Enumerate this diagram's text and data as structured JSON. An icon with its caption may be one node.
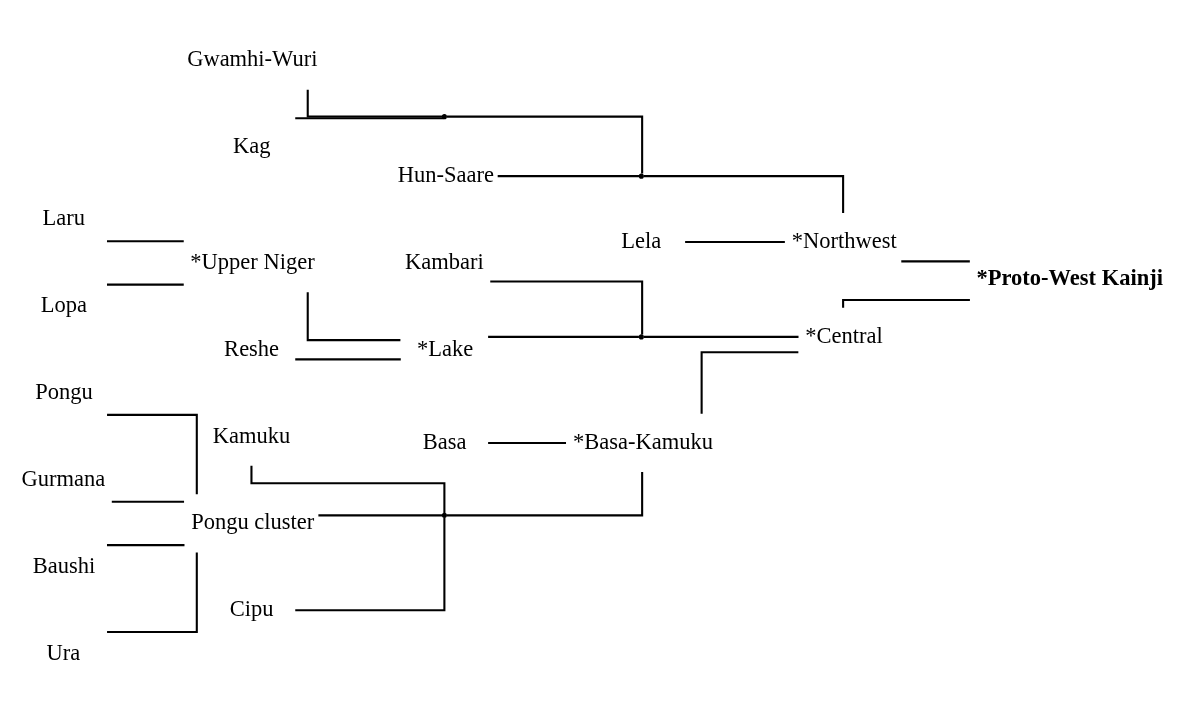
{
  "diagram": {
    "nodes": [
      {
        "text": [
          "Reshe"
        ]
      },
      {
        "text": [
          "Laru"
        ]
      },
      {
        "text": [
          "Lopa"
        ]
      },
      {
        "text": [
          "*Upper Niger"
        ]
      },
      {
        "text": [
          "*Lake"
        ]
      },
      {
        "text": [
          "Kambari"
        ]
      },
      {
        "text": [],
        "shape": "point"
      },
      {
        "text": [
          "*Central"
        ]
      },
      {
        "text": [
          "Pongu"
        ]
      },
      {
        "text": [
          "Gurmana"
        ]
      },
      {
        "text": [
          "Baushi"
        ]
      },
      {
        "text": [
          "Ura"
        ]
      },
      {
        "text": [
          "Basa"
        ]
      },
      {
        "text": [
          "Kamuku"
        ]
      },
      {
        "text": [
          "Pongu cluster"
        ]
      },
      {
        "text": [
          "Cipu"
        ]
      },
      {
        "text": [],
        "shape": "point"
      },
      {
        "text": [
          "*Basa-Kamuku"
        ]
      },
      {
        "text": [
          "Lela"
        ]
      },
      {
        "text": [
          "Hun-Saare"
        ]
      },
      {
        "text": [
          "Kag"
        ]
      },
      {
        "text": [
          "Gwamhi-Wuri"
        ]
      },
      {
        "text": [],
        "shape": "point"
      },
      {
        "text": [],
        "shape": "point"
      },
      {
        "text": [
          "*Northwest"
        ]
      },
      {
        "text": [
          "*Proto-West Kainji"
        ]
      }
    ],
    "edges": [
      {
        "from": 1,
        "to": 3,
        "arrow": "none"
      },
      {
        "from": 2,
        "to": 3,
        "arrow": "none"
      },
      {
        "from": 0,
        "to": 4,
        "arrow": "none"
      },
      {
        "from": 3,
        "to": 4,
        "arrow": "none"
      },
      {
        "from": 4,
        "to": 6,
        "arrow": "none"
      },
      {
        "from": 5,
        "to": 6,
        "arrow": "none"
      },
      {
        "from": 6,
        "to": 7,
        "arrow": "none"
      },
      {
        "from": 17,
        "to": 7,
        "arrow": "none"
      },
      {
        "from": 8,
        "to": 14,
        "arrow": "none"
      },
      {
        "from": 9,
        "to": 14,
        "arrow": "none"
      },
      {
        "from": 10,
        "to": 14,
        "arrow": "none"
      },
      {
        "from": 11,
        "to": 14,
        "arrow": "none"
      },
      {
        "from": 13,
        "to": 16,
        "arrow": "none"
      },
      {
        "from": 14,
        "to": 16,
        "arrow": "none"
      },
      {
        "from": 15,
        "to": 16,
        "arrow": "none"
      },
      {
        "from": 12,
        "to": 17,
        "arrow": "none"
      },
      {
        "from": 16,
        "to": 17,
        "arrow": "none"
      },
      {
        "from": 20,
        "to": 22,
        "arrow": "none"
      },
      {
        "from": 21,
        "to": 22,
        "arrow": "none"
      },
      {
        "from": 19,
        "to": 23,
        "arrow": "none"
      },
      {
        "from": 22,
        "to": 23,
        "arrow": "none"
      },
      {
        "from": 18,
        "to": 24,
        "arrow": "none"
      },
      {
        "from": 23,
        "to": 24,
        "arrow": "none"
      },
      {
        "from": 7,
        "to": 25,
        "arrow": "none"
      },
      {
        "from": 24,
        "to": 25,
        "arrow": "none"
      }
    ]
  }
}
